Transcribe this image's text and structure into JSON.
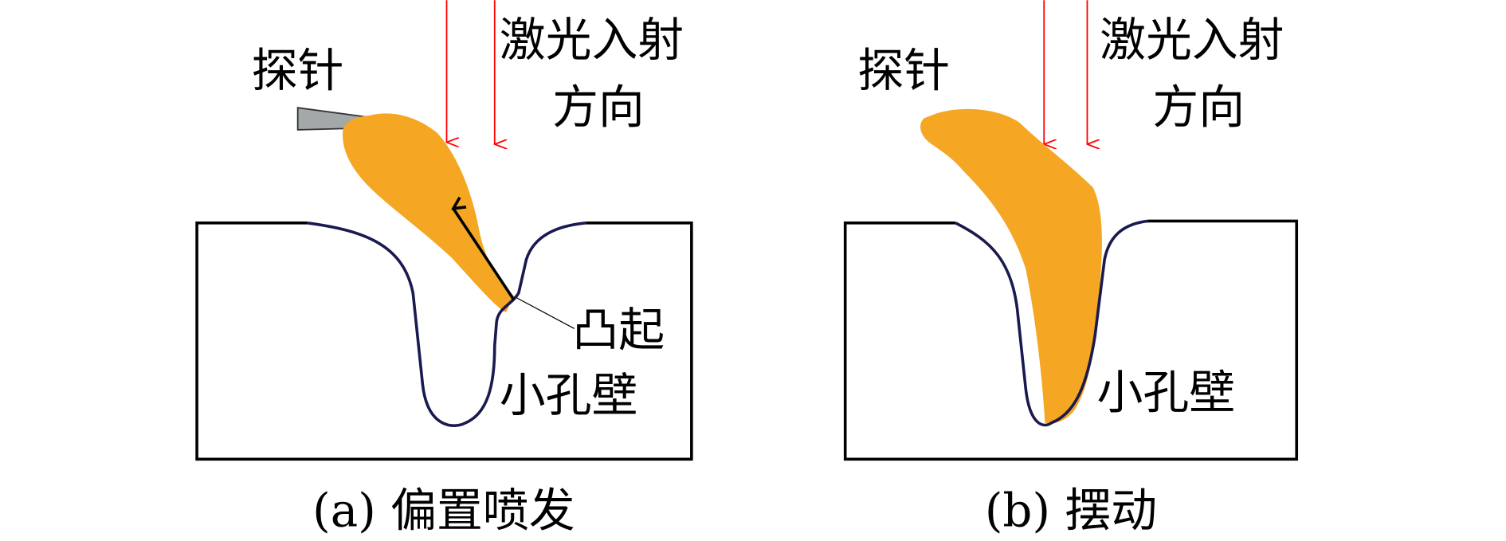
{
  "panel_a": {
    "laser_label_line1": "激光入射",
    "laser_label_line2": "方向",
    "probe_label": "探针",
    "bump_label": "凸起",
    "wall_label": "小孔壁",
    "caption": "(a) 偏置喷发"
  },
  "panel_b": {
    "laser_label_line1": "激光入射",
    "laser_label_line2": "方向",
    "probe_label": "探针",
    "wall_label": "小孔壁",
    "caption": "(b) 摆动"
  },
  "colors": {
    "laser": "#ff0000",
    "melt": "#f5a623",
    "wall": "#1a1a50",
    "probe": "#a3a8a8"
  }
}
